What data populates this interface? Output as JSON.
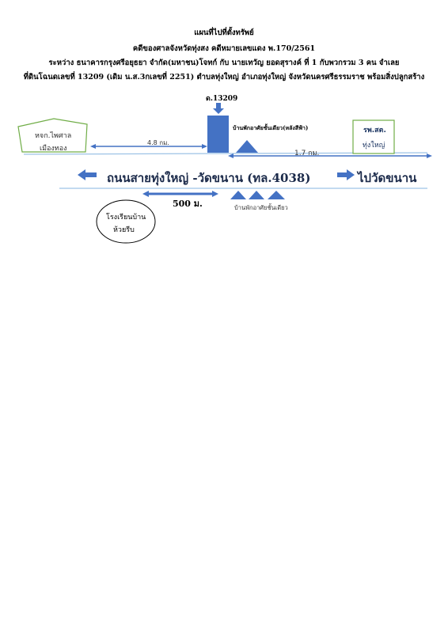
{
  "header": {
    "title": "แผนที่ไปที่ตั้งทรัพย์",
    "line1": "คดีของศาลจังหวัดทุ่งสง   คดีหมายเลขแดง พ.170/2561",
    "line2": "ระหว่าง ธนาคารกรุงศรีอยุธยา จำกัด(มหาชน)โจทก์    กับ นายเทวัญ ยอดสุรางค์ ที่ 1 กับพวกรวม 3 คน  จำเลย",
    "line3": "ที่ดินโฉนดเลขที่  13209 (เดิม น.ส.3กเลขที่ 2251)  ตำบลทุ่งใหญ่ อำเภอทุ่งใหญ่ จังหวัดนครศรีธรรมราช  พร้อมสิ่งปลูกสร้าง"
  },
  "map": {
    "parcel_label": "ด.13209",
    "pentagon_line1": "หจก.ไพศาล",
    "pentagon_line2": "เมืองทอง",
    "distance_left": "4.8 กม.",
    "house_top_label": "บ้านพักอาศัยชั้นเดียว(หลังสีฟ้า)",
    "hospital_line1": "รพ.สต.",
    "hospital_line2": "ทุ่งใหญ่",
    "distance_right": "1.7  กม.",
    "road_label": "ถนนสายทุ่งใหญ่ -วัดขนาน (ทล.4038)",
    "to_wat_label": "ไปวัดขนาน",
    "distance_bottom": "500 ม.",
    "houses_bottom_label": "บ้านพักอาศัยชั้นเดียว",
    "school_line1": "โรงเรียนบ้าน",
    "school_line2": "ห้วยรีบ"
  },
  "colors": {
    "blue": "#4472c4",
    "green": "#70ad47",
    "road_line": "#9dc3e6"
  }
}
